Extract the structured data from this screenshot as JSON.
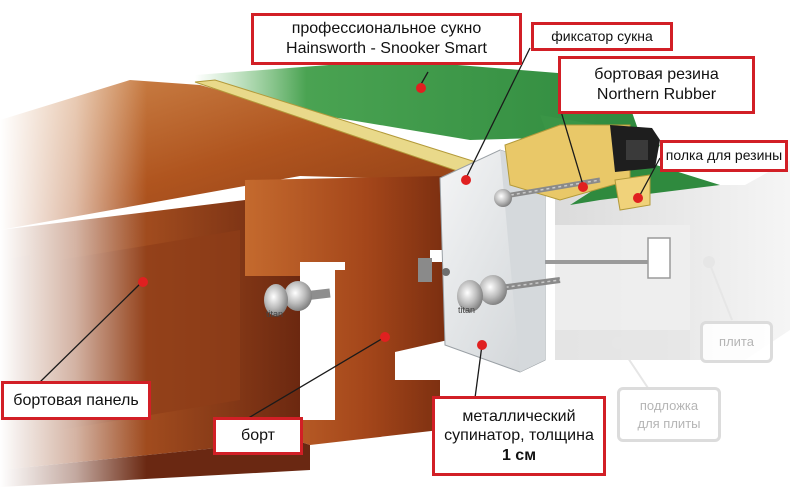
{
  "labels": {
    "cloth": [
      "профессиональное сукно",
      "Hainsworth - Snooker Smart"
    ],
    "cloth_clip": "фиксатор сукна",
    "cushion_rubber": [
      "бортовая резина",
      "Northern Rubber"
    ],
    "rubber_shelf": "полка для резины",
    "side_panel": "бортовая панель",
    "rail": "борт",
    "metal_support": [
      "металлический",
      "супинатор, толщина",
      "1 см"
    ],
    "slate": "плита",
    "slate_underlay": [
      "подложка",
      "для плиты"
    ],
    "bolt_brand": "titan"
  },
  "colors": {
    "label_border": "#d21f26",
    "marker": "#e02020",
    "cloth_green": "#3f9a4a",
    "wood_light": "#b45a24",
    "wood_dark": "#6a2812",
    "metal": "#e4e6e8",
    "rubber_yellow": "#e9c868",
    "slate_gray": "#dcdcdc"
  }
}
